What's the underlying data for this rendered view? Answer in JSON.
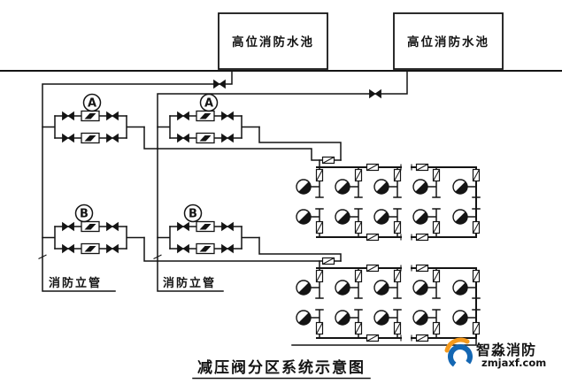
{
  "tanks": {
    "tank1_label": "高位消防水池",
    "tank2_label": "高位消防水池"
  },
  "valve_groups": [
    {
      "label": "A"
    },
    {
      "label": "A"
    },
    {
      "label": "B"
    },
    {
      "label": "B"
    }
  ],
  "risers": {
    "riser1_label": "消防立管",
    "riser2_label": "消防立管"
  },
  "title": {
    "text": "减压阀分区系统示意图"
  },
  "watermark": {
    "brand": "智淼消防",
    "url": "zmjaxf.com",
    "brand_color": "#3d3d3d",
    "url_color": "#e8891c",
    "logo_blue": "#1467b3",
    "logo_orange": "#f59a1d"
  },
  "colors": {
    "line": "#141414",
    "background": "#ffffff"
  }
}
